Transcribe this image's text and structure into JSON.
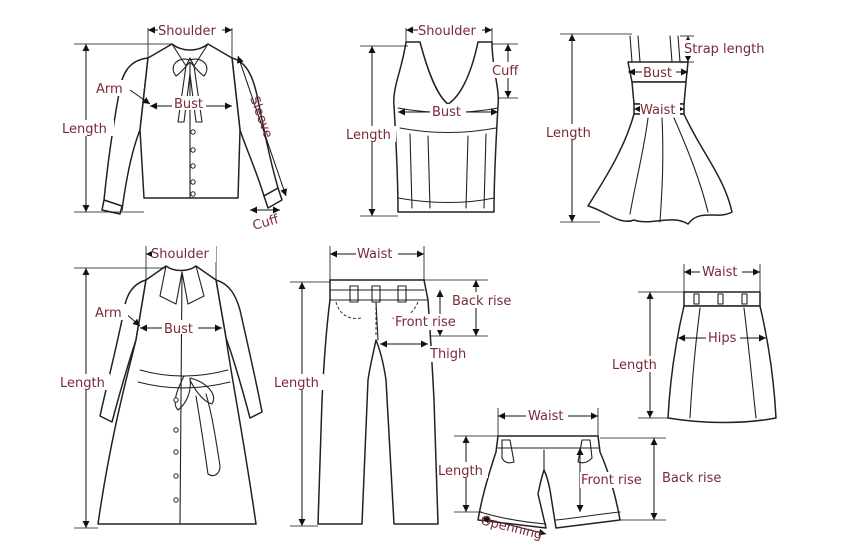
{
  "colors": {
    "label": "#7a2a35",
    "line": "#111111",
    "background": "#ffffff"
  },
  "shirt": {
    "shoulder": "Shoulder",
    "arm": "Arm",
    "bust": "Bust",
    "sleeve": "Sleeve",
    "length": "Length",
    "cuff": "Cuff"
  },
  "tank": {
    "shoulder": "Shoulder",
    "cuff": "Cuff",
    "bust": "Bust",
    "length": "Length"
  },
  "dress": {
    "strap_length": "Strap length",
    "bust": "Bust",
    "waist": "Waist",
    "length": "Length"
  },
  "coat": {
    "shoulder": "Shoulder",
    "arm": "Arm",
    "bust": "Bust",
    "length": "Length"
  },
  "pants": {
    "waist": "Waist",
    "back_rise": "Back rise",
    "front_rise": "Front rise",
    "thigh": "Thigh",
    "length": "Length"
  },
  "skirt": {
    "waist": "Waist",
    "hips": "Hips",
    "length": "Length"
  },
  "shorts": {
    "waist": "Waist",
    "length": "Length",
    "front_rise": "Front rise",
    "back_rise": "Back rise",
    "opening": "Openning"
  }
}
